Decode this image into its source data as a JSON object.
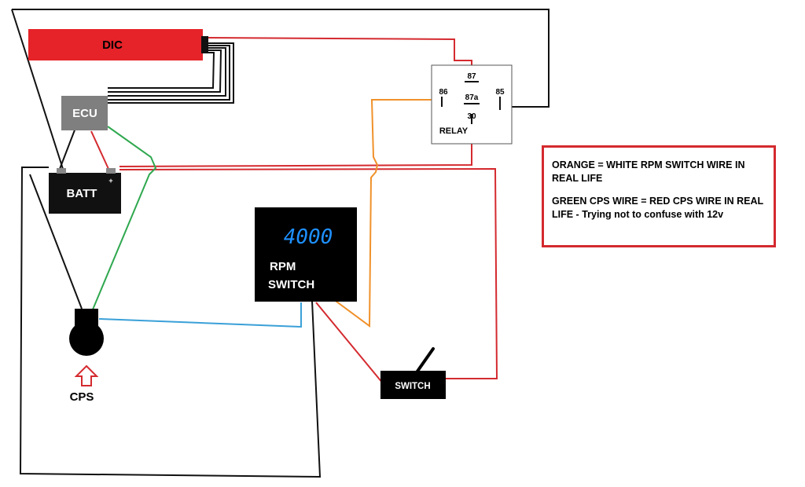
{
  "diagram": {
    "components": {
      "dic": "DIC",
      "ecu": "ECU",
      "batt": "BATT",
      "batt_plus": "+",
      "relay": "RELAY",
      "rpm_display": "4000",
      "rpm_line1": "RPM",
      "rpm_line2": "SWITCH",
      "switch": "SWITCH",
      "cps": "CPS"
    },
    "relay_pins": [
      "86",
      "87",
      "87a",
      "85",
      "30"
    ],
    "legend": {
      "line1": "ORANGE = WHITE RPM SWITCH WIRE IN REAL LIFE",
      "line2": "GREEN CPS WIRE = RED CPS WIRE IN REAL LIFE - Trying not to confuse with 12v"
    },
    "colors": {
      "red_wire": "#d42a2f",
      "green_wire": "#2fa84f",
      "orange_wire": "#f0912a",
      "blue_wire": "#3aa0d8",
      "black_wire": "#111111",
      "dic_fill": "#e52329",
      "ecu_fill": "#7f7f7f",
      "rpm_digits": "#1e90ff"
    }
  }
}
